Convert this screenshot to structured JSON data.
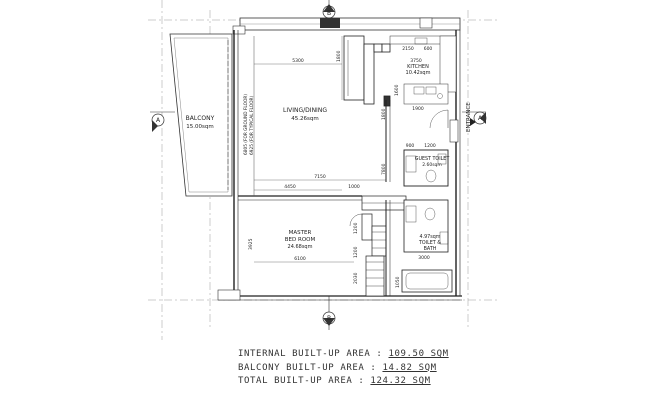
{
  "rooms": {
    "balcony": {
      "name": "BALCONY",
      "area": "15.00sqm"
    },
    "living": {
      "name": "LIVING/DINING",
      "area": "45.26sqm"
    },
    "kitchen": {
      "name": "KITCHEN",
      "area": "10.42sqm"
    },
    "guest_toilet": {
      "name": "GUEST TOILET",
      "area": "2.60sqm"
    },
    "master": {
      "name": "MASTER",
      "name2": "BED ROOM",
      "area": "24.68sqm"
    },
    "toilet_bath": {
      "area": "4.97sqm",
      "name": "TOILET &",
      "name2": "BATH"
    }
  },
  "labels": {
    "entrance": "ENTRANCE",
    "ceiling_note_1": "6805 (FOR GROUND FLOOR)",
    "ceiling_note_2": "6925 (FOR TYPICAL FLOOR)"
  },
  "section_marks": {
    "a_left": "A",
    "a_right": "A",
    "b_top": "B",
    "b_bottom": "B"
  },
  "dimensions": {
    "living_width": "5300",
    "living_total": "7150",
    "living_lower": "4450",
    "living_step": "1000",
    "living_depth_a": "1800",
    "living_depth_b": "1800",
    "living_depth_c": "7800",
    "kitchen_w": "3750",
    "kitchen_top_a": "2150",
    "kitchen_top_b": "600",
    "kitchen_sub": "1900",
    "kitchen_side": "1600",
    "toilet_w1": "900",
    "toilet_w2": "1200",
    "master_depth": "3925",
    "master_width": "6100",
    "master_side_a": "1200",
    "master_side_b": "1200",
    "master_side_c": "2030",
    "bath_w": "3000",
    "bath_h": "1050"
  },
  "summary": {
    "internal_label": "INTERNAL BUILT-UP AREA :",
    "internal_value": "109.50 SQM",
    "balcony_label": "BALCONY BUILT-UP AREA :",
    "balcony_value": "14.82 SQM",
    "total_label": "TOTAL BUILT-UP AREA :",
    "total_value": "124.32 SQM"
  }
}
